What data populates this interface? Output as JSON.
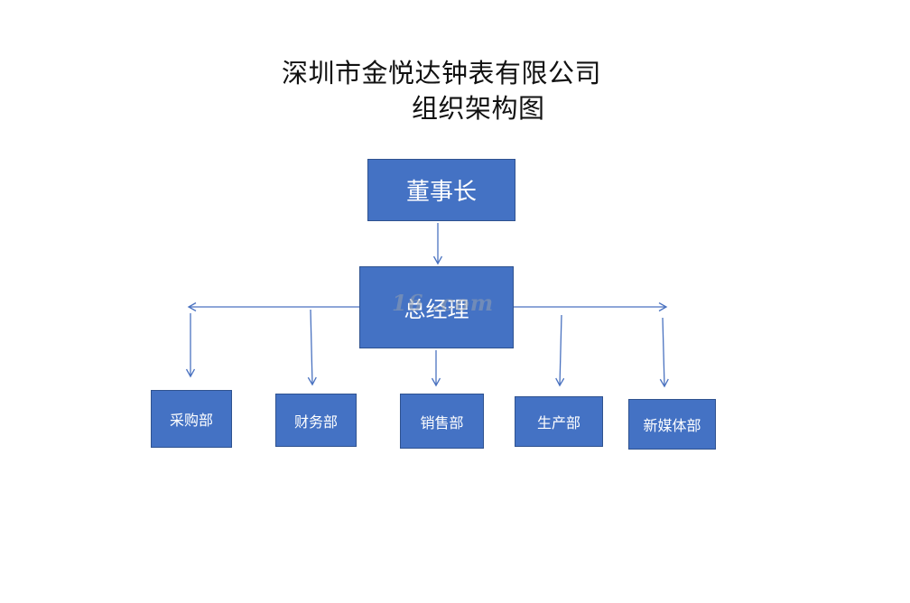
{
  "title": {
    "line1": "深圳市金悦达钟表有限公司",
    "line2": "组织架构图"
  },
  "nodes": {
    "chairman": "董事长",
    "general_manager": "总经理",
    "departments": [
      "采购部",
      "财务部",
      "销售部",
      "生产部",
      "新媒体部"
    ]
  },
  "watermark": "16 .com",
  "colors": {
    "box_fill": "#4472c4",
    "box_border": "#2f528f",
    "connector": "#4a72c0",
    "text_on_box": "#ffffff"
  }
}
